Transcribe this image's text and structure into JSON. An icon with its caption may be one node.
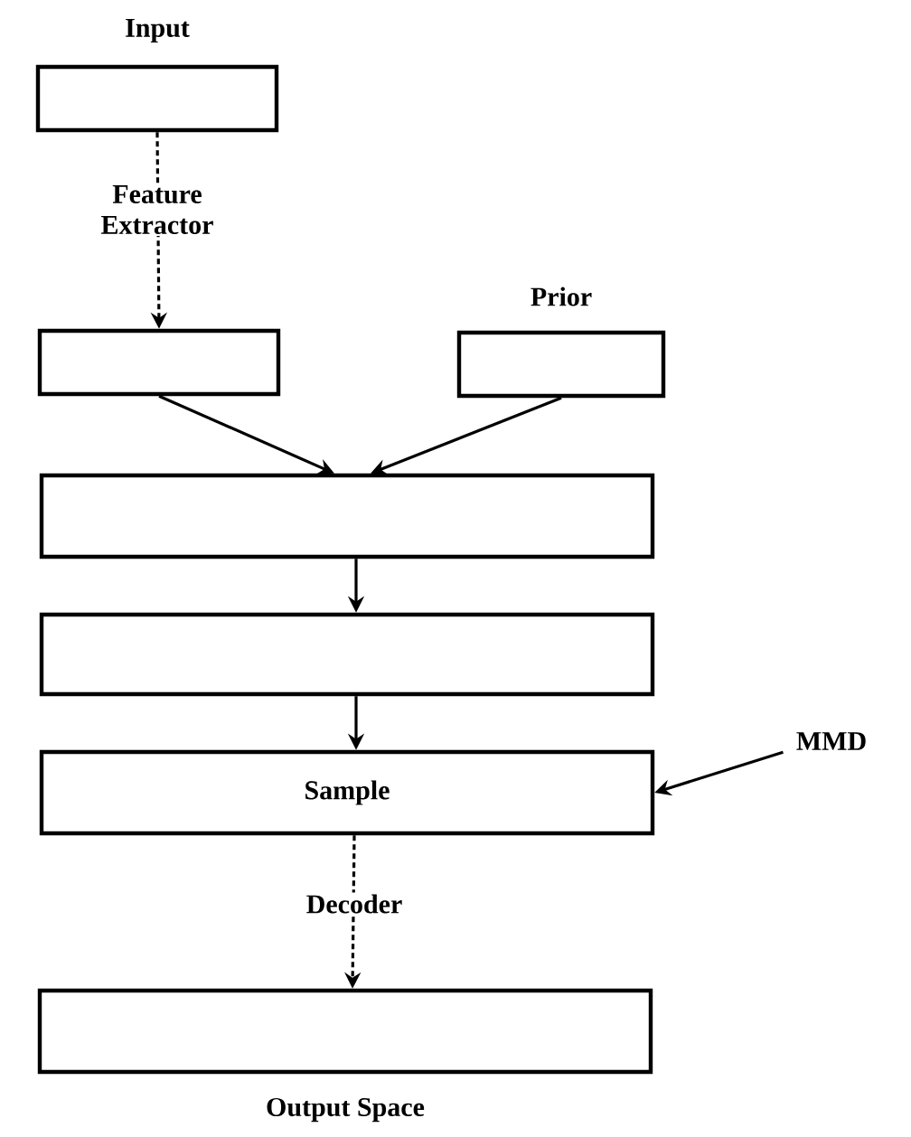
{
  "diagram": {
    "nodes": [
      {
        "text": [
          "Input"
        ]
      },
      {
        "text": [],
        "shape": "box"
      },
      {
        "text": [
          "Prior"
        ]
      },
      {
        "text": [],
        "shape": "box"
      },
      {
        "text": [],
        "shape": "box"
      },
      {
        "text": [
          "Sample"
        ]
      },
      {
        "text": [
          "MMD"
        ]
      },
      {
        "text": [
          "Output Space"
        ]
      }
    ],
    "edges": [
      {
        "from": 0,
        "to": 1,
        "arrow": "to",
        "style": "dashed",
        "label": "Feature Extractor"
      },
      {
        "from": 1,
        "to": 3,
        "arrow": "to"
      },
      {
        "from": 2,
        "to": 3,
        "arrow": "to"
      },
      {
        "from": 3,
        "to": 4,
        "arrow": "to"
      },
      {
        "from": 4,
        "to": 5,
        "arrow": "to"
      },
      {
        "from": 6,
        "to": 5,
        "arrow": "to"
      },
      {
        "from": 5,
        "to": 7,
        "arrow": "to",
        "style": "dashed",
        "label": "Decoder"
      }
    ]
  }
}
